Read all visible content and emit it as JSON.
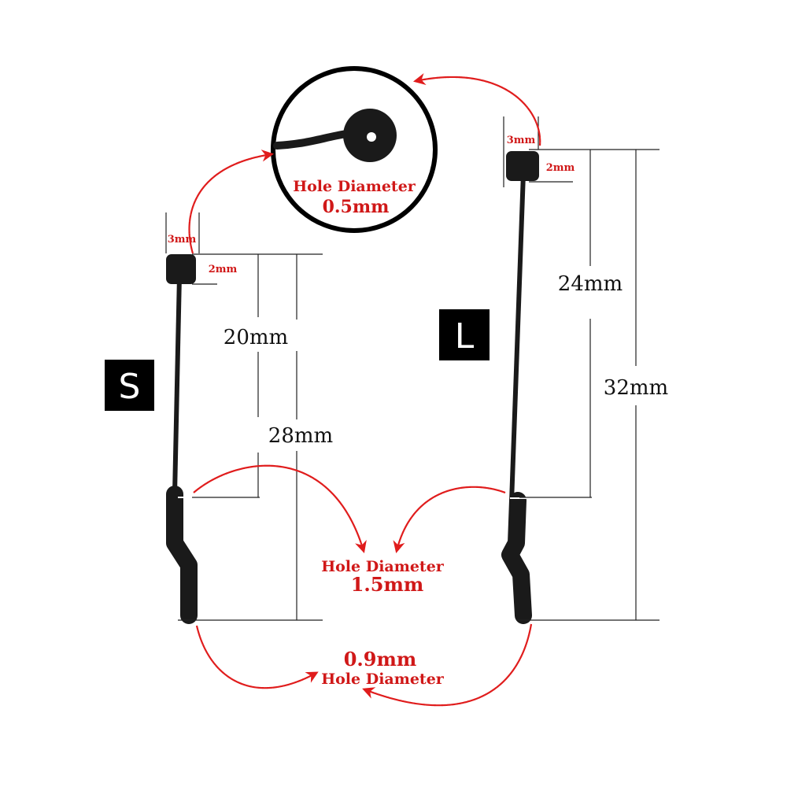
{
  "colors": {
    "accent": "#e01c1c",
    "ink": "#111111",
    "part": "#1a1a1a"
  },
  "badges": {
    "small": "S",
    "large": "L"
  },
  "top_callout": {
    "label": "Hole Diameter",
    "value": "0.5mm"
  },
  "middle_callout": {
    "label": "Hole Diameter",
    "value": "1.5mm"
  },
  "bottom_callout": {
    "value": "0.9mm",
    "label": "Hole Diameter"
  },
  "small_part": {
    "head_width": "3mm",
    "head_height": "2mm",
    "stem_length": "20mm",
    "total_length": "28mm"
  },
  "large_part": {
    "head_width": "3mm",
    "head_height": "2mm",
    "stem_length": "24mm",
    "total_length": "32mm"
  }
}
